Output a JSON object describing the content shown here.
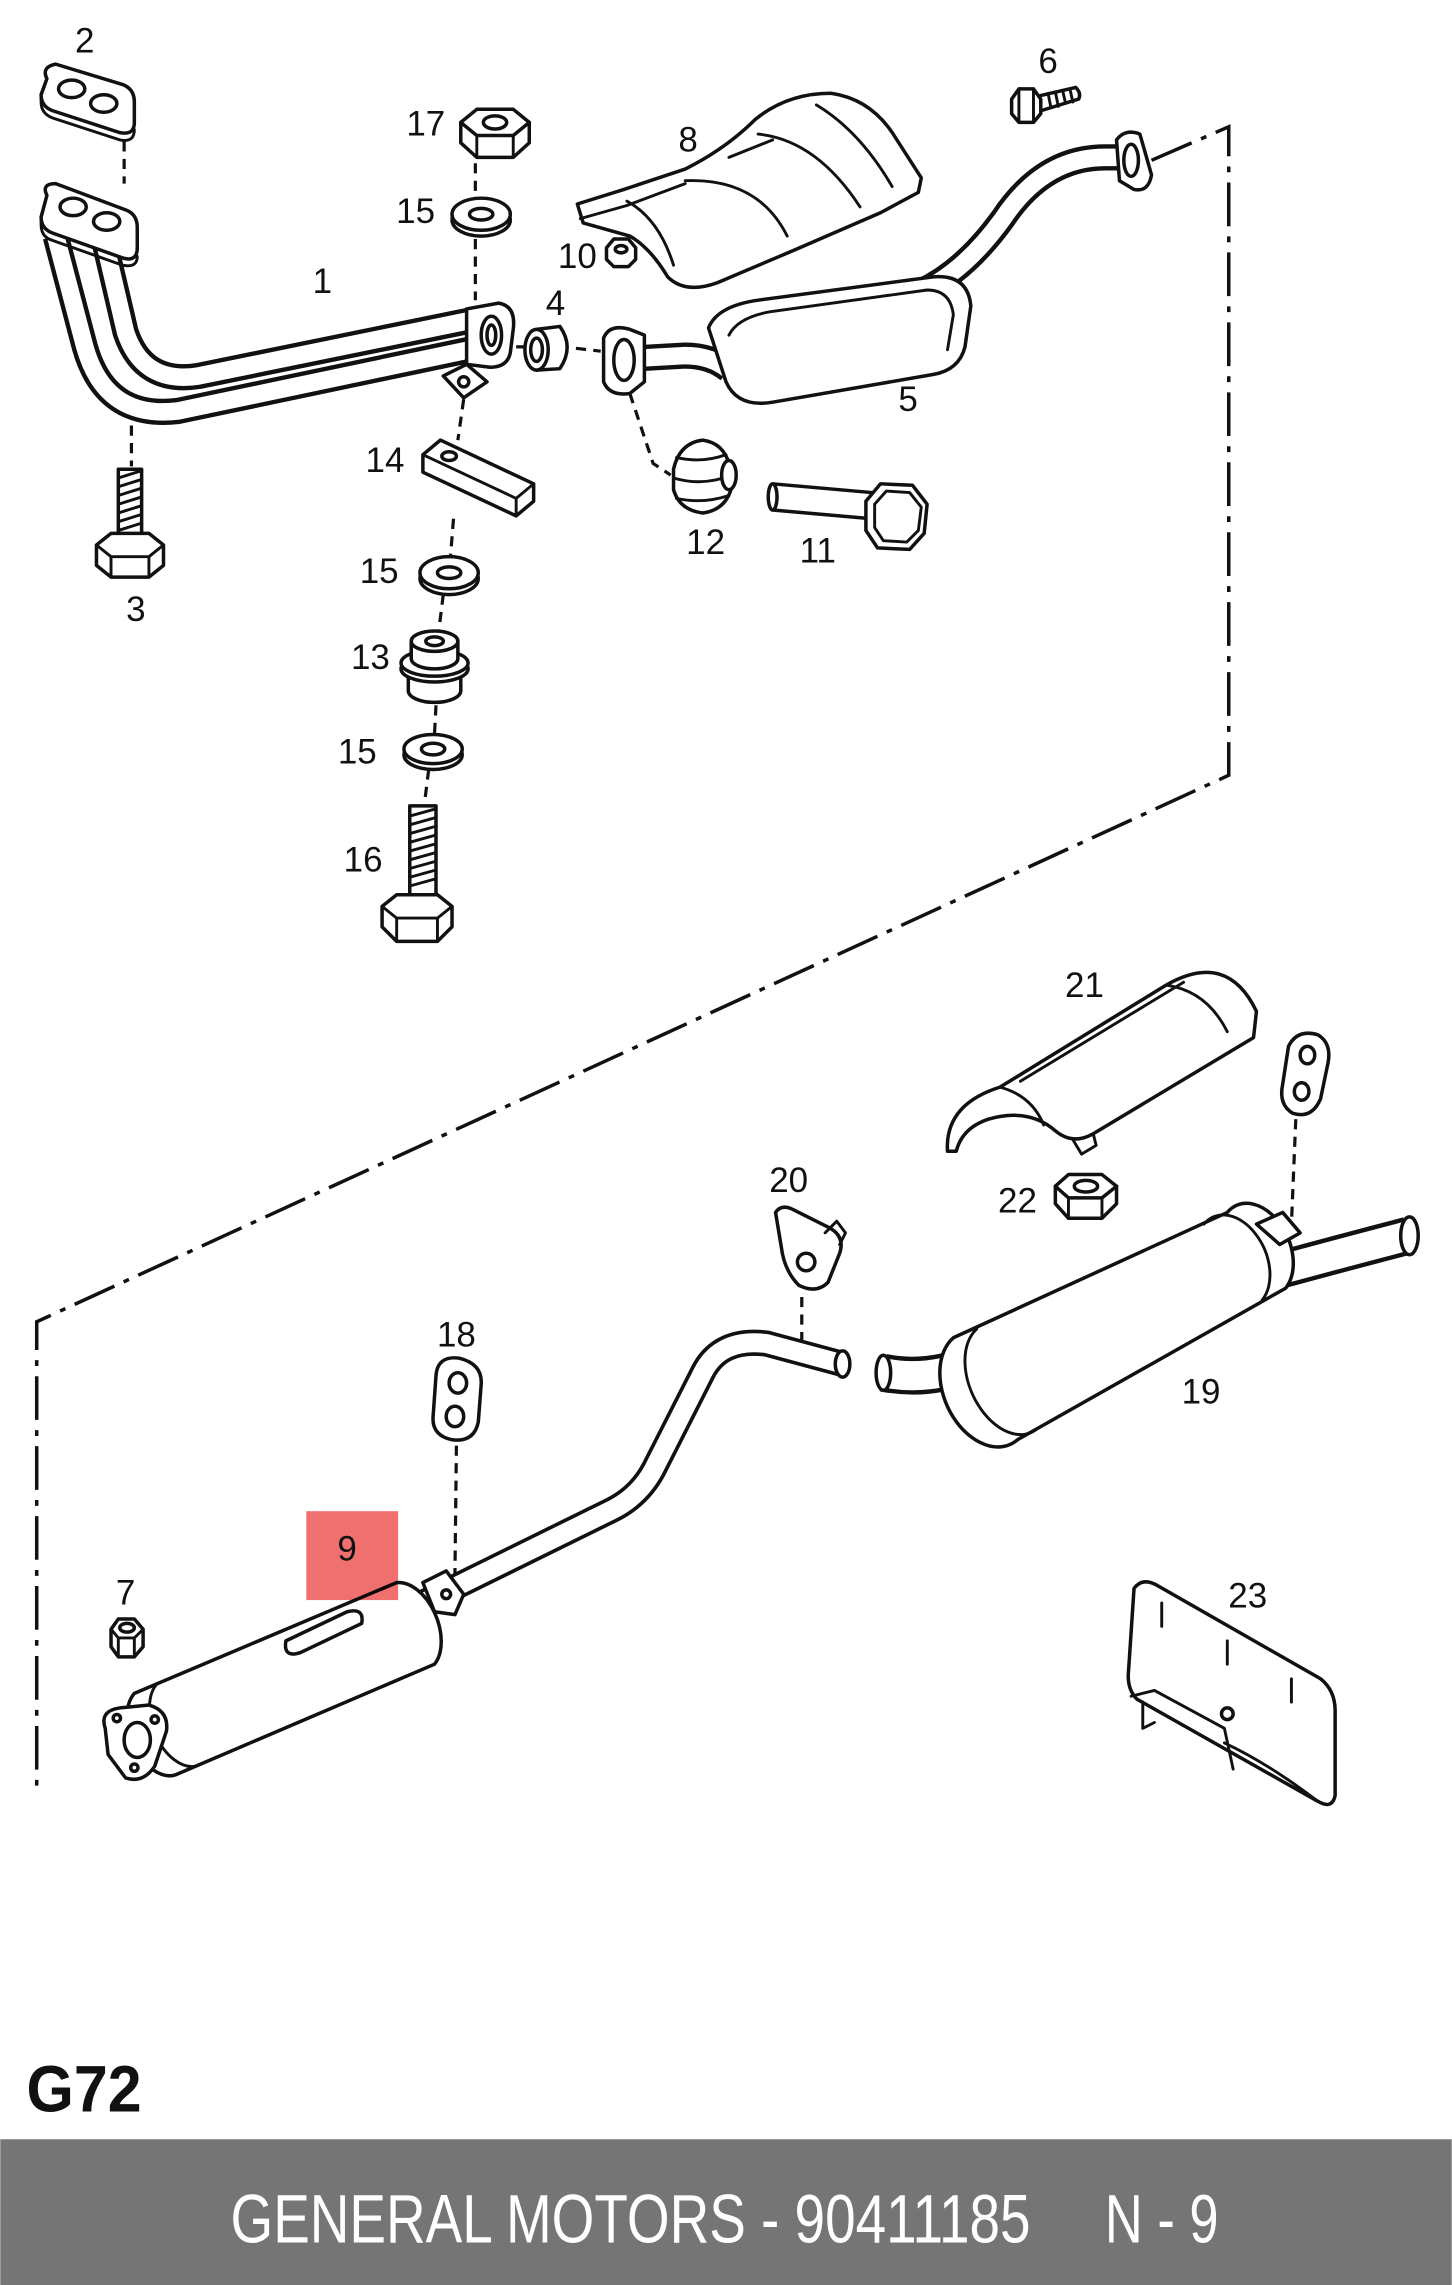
{
  "diagram": {
    "sheet_code": "G72",
    "callouts": [
      "2",
      "6",
      "17",
      "8",
      "15",
      "10",
      "1",
      "4",
      "5",
      "14",
      "12",
      "11",
      "3",
      "15",
      "13",
      "15",
      "16",
      "21",
      "20",
      "22",
      "18",
      "19",
      "7",
      "23"
    ],
    "highlighted_callout": "9"
  },
  "footer": {
    "manufacturer_part": "GENERAL MOTORS - 90411185",
    "position_label": "N - 9"
  },
  "colors": {
    "footer_background": "#757575",
    "highlight": "#f07070",
    "line": "#111111"
  }
}
